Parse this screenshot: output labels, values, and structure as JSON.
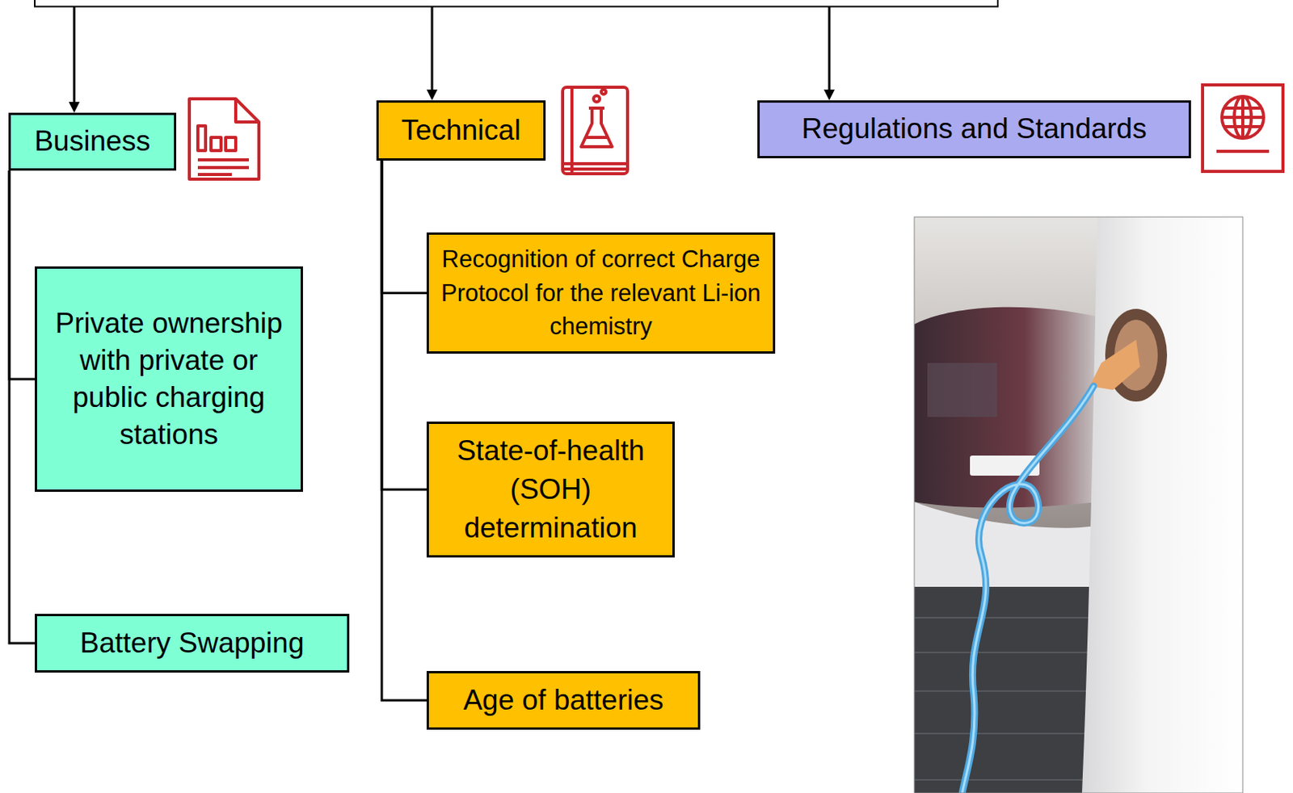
{
  "diagram": {
    "nodes": [
      {
        "text": [
          "Business"
        ]
      },
      {
        "text": [
          "Technical"
        ]
      },
      {
        "text": [
          "Regulations and Standards"
        ]
      },
      {
        "text": [
          "Private ownership with private or public charging stations"
        ]
      },
      {
        "text": [
          "Battery Swapping"
        ]
      },
      {
        "text": [
          "Recognition of correct Charge Protocol for the relevant Li-ion chemistry"
        ]
      },
      {
        "text": [
          "State-of-health (SOH) determination"
        ]
      },
      {
        "text": [
          "Age of batteries"
        ]
      }
    ],
    "edges": [
      {
        "from": 0,
        "to": 3,
        "arrow": "none"
      },
      {
        "from": 0,
        "to": 4,
        "arrow": "none"
      },
      {
        "from": 1,
        "to": 5,
        "arrow": "none"
      },
      {
        "from": 1,
        "to": 6,
        "arrow": "none"
      },
      {
        "from": 1,
        "to": 7,
        "arrow": "none"
      }
    ]
  }
}
